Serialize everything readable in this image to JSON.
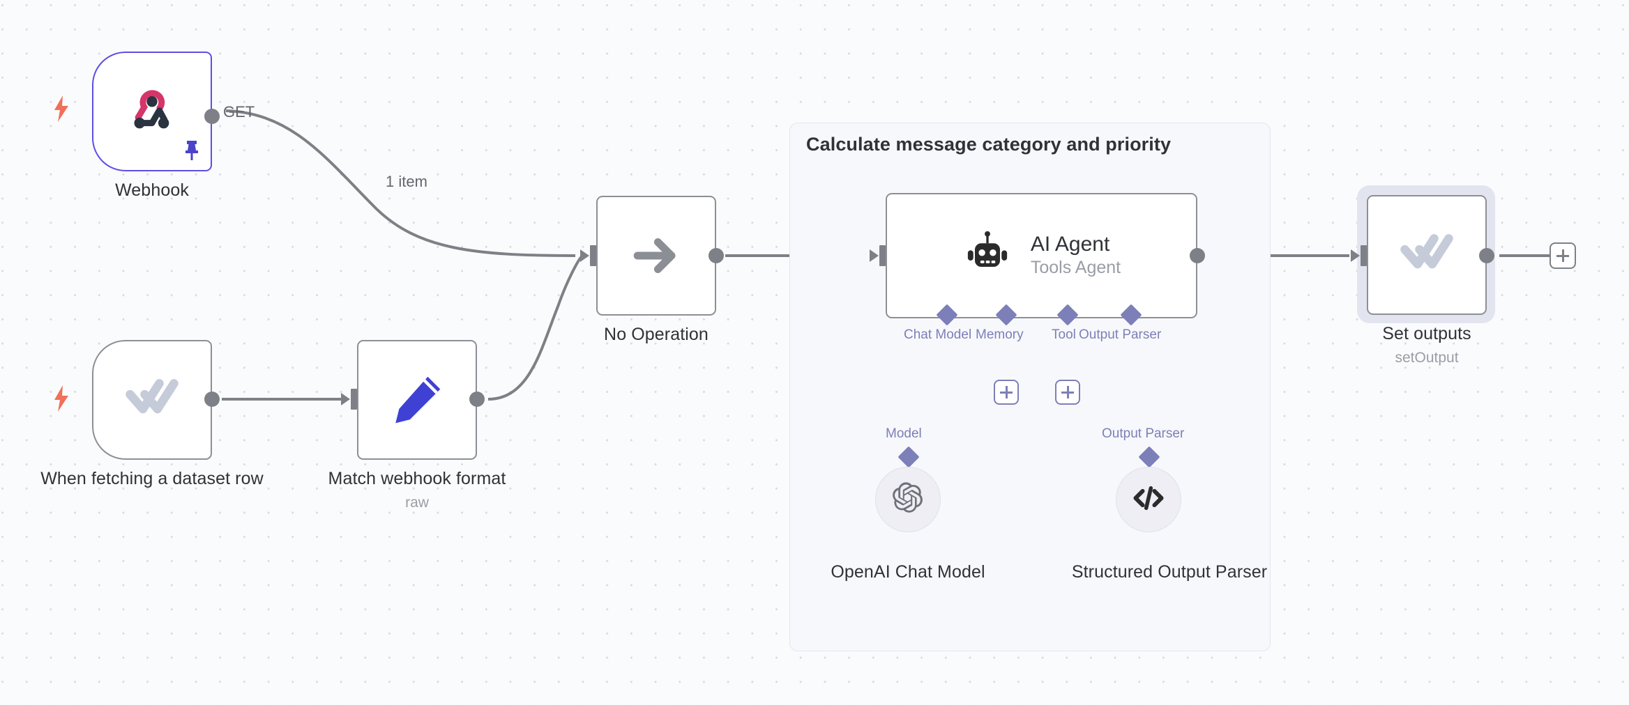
{
  "canvas": {
    "background_color": "#fafbfc",
    "grid_dot_color": "#d9dbe3"
  },
  "group": {
    "title": "Calculate message category and priority",
    "border_color": "#e3e6ee",
    "fill_color": "#f7f8fb"
  },
  "nodes": [
    {
      "id": "webhook",
      "label": "Webhook",
      "sublabel": "",
      "icon": "webhook-icon",
      "type": "trigger",
      "accent_color": "#5c4ee5",
      "output_port_label": "GET",
      "pinned": true,
      "has_trigger_bolt": true
    },
    {
      "id": "when-fetching-dataset-row",
      "label": "When fetching a dataset row",
      "sublabel": "",
      "icon": "double-check-icon",
      "type": "trigger",
      "accent_color": "#8d8f96",
      "has_trigger_bolt": true
    },
    {
      "id": "match-webhook-format",
      "label": "Match webhook format",
      "sublabel": "raw",
      "icon": "pencil-icon",
      "type": "regular",
      "accent_color": "#3f41d4"
    },
    {
      "id": "no-operation",
      "label": "No Operation",
      "sublabel": "",
      "icon": "arrow-right-icon",
      "type": "regular",
      "accent_color": "#8d8f96"
    },
    {
      "id": "ai-agent",
      "label": "AI Agent",
      "sublabel": "Tools Agent",
      "icon": "robot-icon",
      "type": "agent",
      "accent_color": "#8d8f96"
    },
    {
      "id": "set-outputs",
      "label": "Set outputs",
      "sublabel": "setOutput",
      "icon": "double-check-icon",
      "type": "regular",
      "accent_color": "#8d8f96",
      "selected": true
    }
  ],
  "subnodes": [
    {
      "id": "openai-chat-model",
      "label": "OpenAI Chat Model",
      "icon": "openai-icon",
      "connection_label": "Model"
    },
    {
      "id": "structured-output-parser",
      "label": "Structured Output Parser",
      "icon": "code-brackets-icon",
      "connection_label": "Output Parser"
    }
  ],
  "agent_ports": [
    {
      "id": "chat-model",
      "label": "Chat Model",
      "required": true,
      "has_plus": false
    },
    {
      "id": "memory",
      "label": "Memory",
      "required": false,
      "has_plus": true
    },
    {
      "id": "tool",
      "label": "Tool",
      "required": false,
      "has_plus": true
    },
    {
      "id": "output-parser",
      "label": "Output Parser",
      "required": true,
      "has_plus": false
    }
  ],
  "edges": [
    {
      "from": "webhook",
      "to": "no-operation",
      "label": "1 item",
      "port_label": "GET"
    },
    {
      "from": "when-fetching-dataset-row",
      "to": "match-webhook-format",
      "label": ""
    },
    {
      "from": "match-webhook-format",
      "to": "no-operation",
      "label": ""
    },
    {
      "from": "no-operation",
      "to": "ai-agent",
      "label": ""
    },
    {
      "from": "ai-agent",
      "to": "set-outputs",
      "label": ""
    },
    {
      "from": "set-outputs",
      "to": "add-node",
      "label": ""
    }
  ],
  "add_node_button": {
    "label": "+"
  },
  "colors": {
    "node_border": "#8d8f96",
    "port": "#7d8086",
    "sub_connector": "#7d7fb8",
    "trigger_bolt": "#f0705a",
    "webhook_accent": "#5c4ee5",
    "selection_halo": "#e2e5ef"
  }
}
